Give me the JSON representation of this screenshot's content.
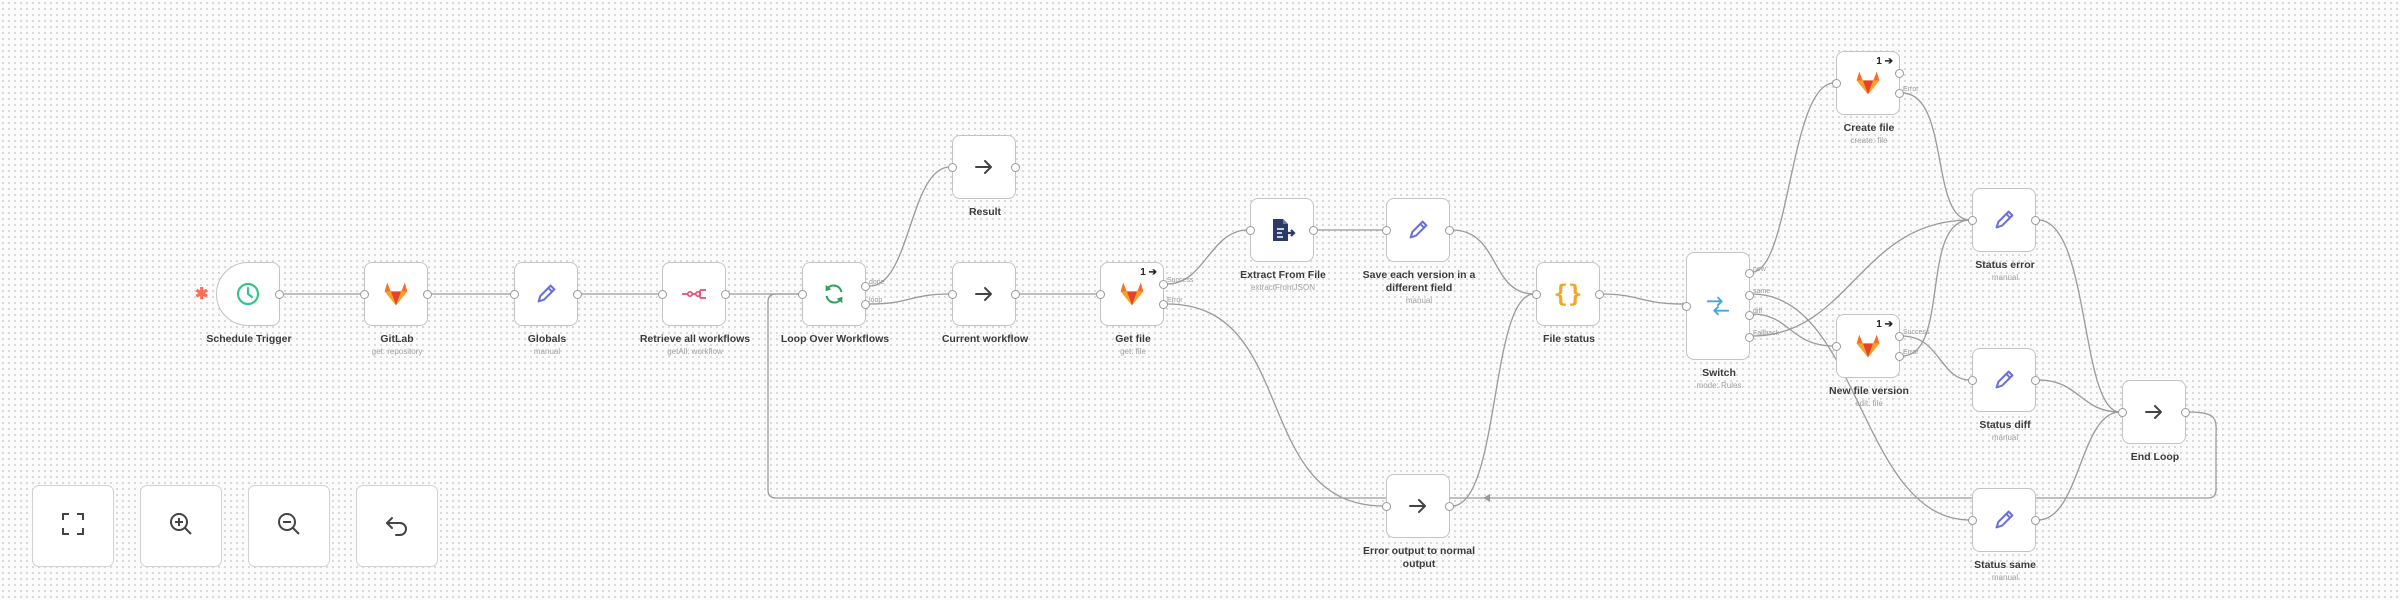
{
  "canvas": {
    "colors": {
      "edge": "#9a9a9a",
      "node_border": "#c4c4c4",
      "trigger_icon": "#35c48b",
      "loop_icon": "#2e9e5c",
      "set_icon": "#6b6fd8",
      "gitlab_orange": "#fc6d26",
      "gitlab_red": "#e24329",
      "n8n_pink": "#ea4b71",
      "code_orange": "#f5a623",
      "extract_navy": "#2b3a67",
      "switch_blue": "#3da9e0"
    },
    "nodes": {
      "schedule": {
        "label": "Schedule Trigger",
        "icon": "clock-icon"
      },
      "gitlab": {
        "label": "GitLab",
        "sub": "get: repository",
        "icon": "gitlab-icon"
      },
      "globals": {
        "label": "Globals",
        "sub": "manual",
        "icon": "pencil-icon"
      },
      "retrieve": {
        "label": "Retrieve all workflows",
        "sub": "getAll: workflow",
        "icon": "n8n-icon"
      },
      "loop": {
        "label": "Loop Over Workflows",
        "icon": "loop-icon",
        "outputs": [
          "done",
          "loop"
        ]
      },
      "result": {
        "label": "Result",
        "icon": "arrow-right-icon"
      },
      "current": {
        "label": "Current workflow",
        "icon": "arrow-right-icon"
      },
      "getfile": {
        "label": "Get file",
        "sub": "get: file",
        "icon": "gitlab-icon",
        "badge": "1",
        "outputs": [
          "Success",
          "Error"
        ]
      },
      "extract": {
        "label": "Extract From File",
        "sub": "extractFromJSON",
        "icon": "file-extract-icon"
      },
      "saveeach": {
        "label": "Save each version in a different field",
        "sub": "manual",
        "icon": "pencil-icon"
      },
      "filestatus": {
        "label": "File status",
        "icon": "curly-braces-icon"
      },
      "switch": {
        "label": "Switch",
        "sub": "mode: Rules",
        "icon": "switch-icon",
        "outputs": [
          "new",
          "same",
          "diff",
          "Fallback"
        ]
      },
      "createfile": {
        "label": "Create file",
        "sub": "create: file",
        "icon": "gitlab-icon",
        "badge": "1",
        "outputs": [
          "Error"
        ]
      },
      "newversion": {
        "label": "New file version",
        "sub": "edit: file",
        "icon": "gitlab-icon",
        "badge": "1",
        "outputs": [
          "Success",
          "Error"
        ]
      },
      "statuserror": {
        "label": "Status error",
        "sub": "manual",
        "icon": "pencil-icon"
      },
      "statusdiff": {
        "label": "Status diff",
        "sub": "manual",
        "icon": "pencil-icon"
      },
      "statussame": {
        "label": "Status same",
        "sub": "manual",
        "icon": "pencil-icon"
      },
      "erroroutput": {
        "label": "Error output to normal output",
        "icon": "arrow-right-icon"
      },
      "endloop": {
        "label": "End Loop",
        "icon": "arrow-right-icon"
      }
    }
  },
  "controls": {
    "fit": "fit-view-icon",
    "zoom_in": "zoom-in-icon",
    "zoom_out": "zoom-out-icon",
    "reset": "undo-icon"
  }
}
